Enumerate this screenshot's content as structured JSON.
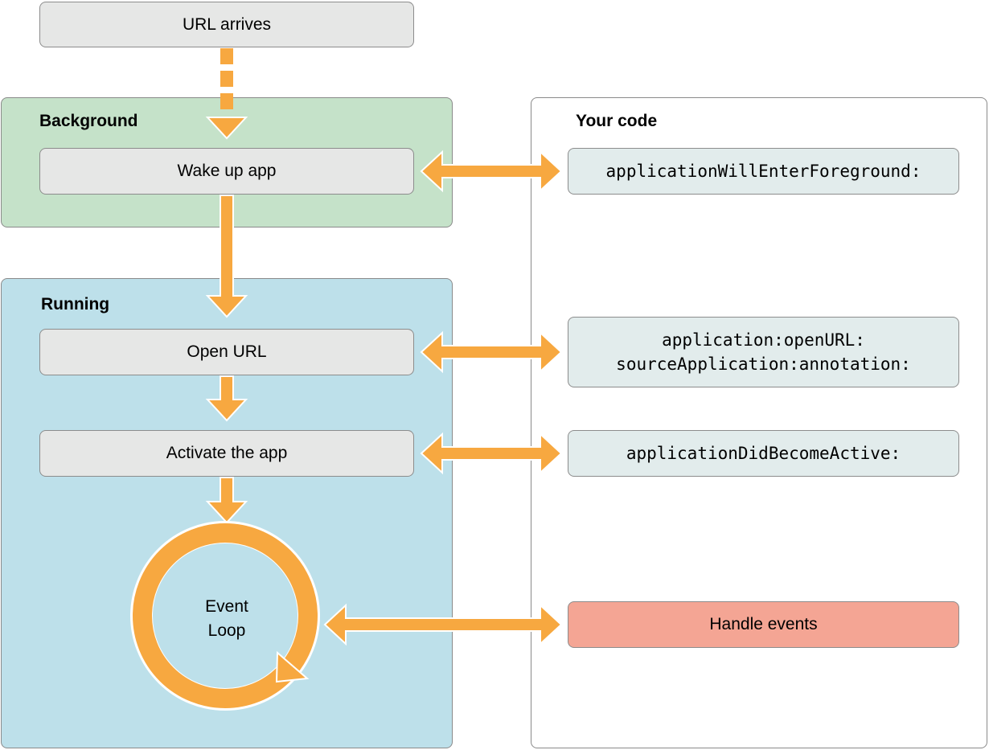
{
  "diagram": {
    "url_arrives": "URL arrives",
    "regions": {
      "background": "Background",
      "running": "Running",
      "your_code": "Your code"
    },
    "steps": {
      "wake_up": "Wake up app",
      "open_url": "Open URL",
      "activate": "Activate the app",
      "event_loop_line1": "Event",
      "event_loop_line2": "Loop"
    },
    "code": {
      "will_enter_foreground": "applicationWillEnterForeground:",
      "open_url_line1": "application:openURL:",
      "open_url_line2": "sourceApplication:annotation:",
      "did_become_active": "applicationDidBecomeActive:",
      "handle_events": "Handle events"
    },
    "colors": {
      "arrow": "#f7a840",
      "background_region": "#c5e2c9",
      "running_region": "#bde0ea",
      "step_box": "#e6e7e6",
      "code_box": "#e2ecec",
      "handle_box": "#f4a594"
    }
  }
}
